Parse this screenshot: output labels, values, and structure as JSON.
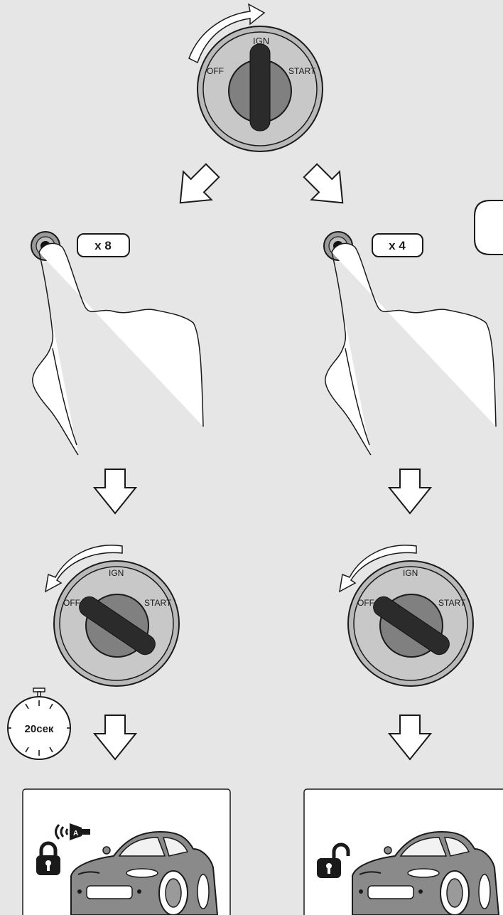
{
  "ignition": {
    "ign": "IGN",
    "off": "OFF",
    "start": "START"
  },
  "left_branch": {
    "press_count": "x 8",
    "timer": "20сек"
  },
  "right_branch": {
    "press_count": "x 4"
  },
  "colors": {
    "background": "#e6e6e6",
    "outline": "#1a1a1a",
    "key": "#2b2b2b",
    "cylinder": "#808080",
    "plate": "#c8c8c8"
  }
}
